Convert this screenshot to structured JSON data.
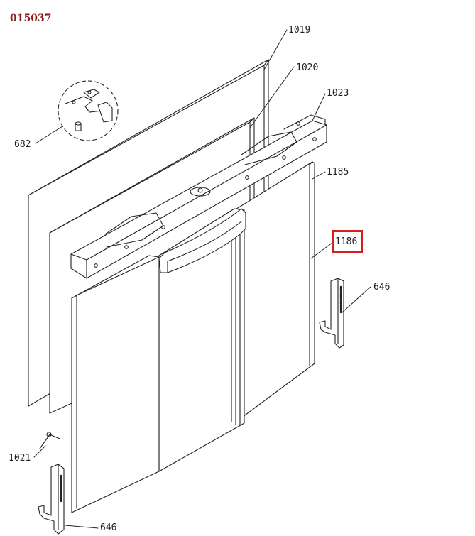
{
  "diagram_id": "015037",
  "part_refs": {
    "r1019": "1019",
    "r1020": "1020",
    "r1023": "1023",
    "r682": "682",
    "r1185": "1185",
    "r1186": "1186",
    "r646_right": "646",
    "r1021": "1021",
    "r646_left": "646"
  },
  "highlighted_ref": "1186",
  "colors": {
    "highlight": "#d32020",
    "id_text": "#8b1a1a",
    "ink": "#222222"
  }
}
